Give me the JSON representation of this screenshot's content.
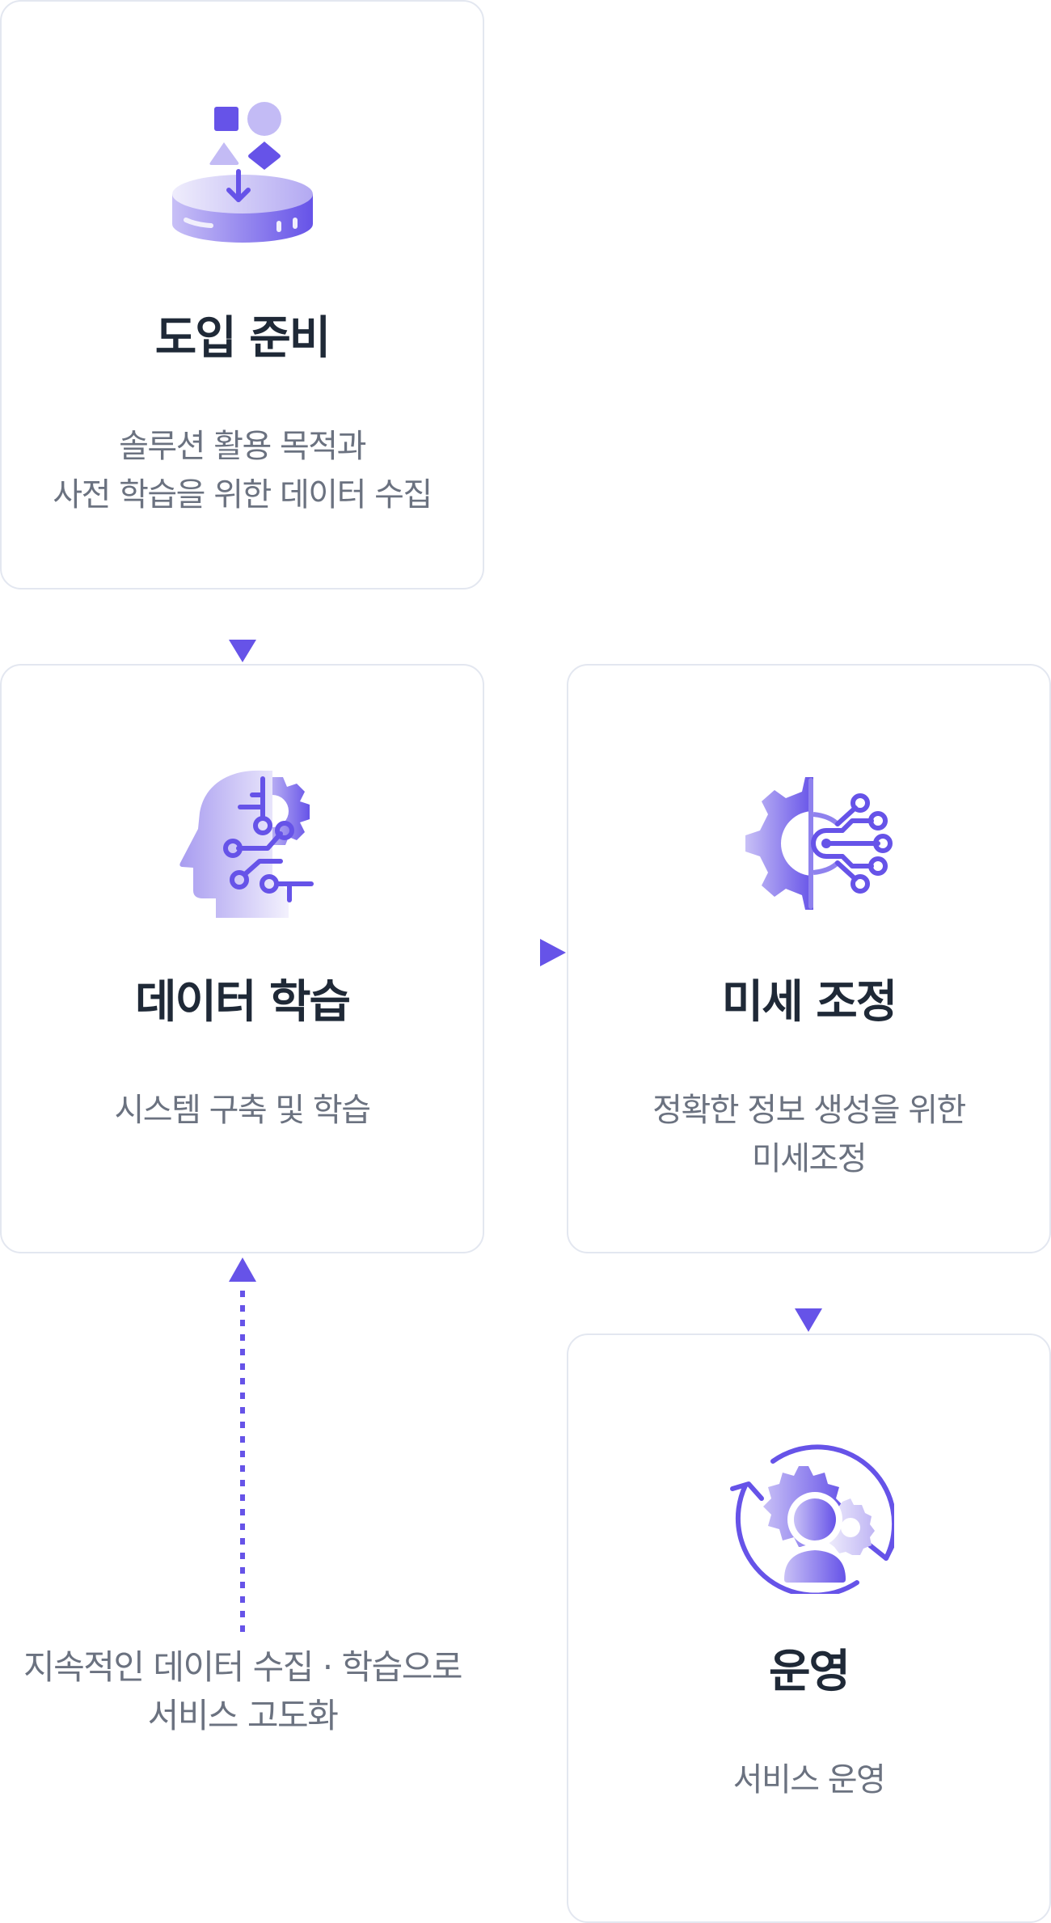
{
  "colors": {
    "accent": "#6653e8",
    "accent_light": "#c3bbf5",
    "card_border": "#e3e7f0",
    "title_text": "#1f2937",
    "desc_text": "#6b7280"
  },
  "steps": [
    {
      "id": "prepare",
      "icon": "database-shapes-icon",
      "title": "도입 준비",
      "desc_line1": "솔루션 활용 목적과",
      "desc_line2": "사전 학습을 위한 데이터 수집"
    },
    {
      "id": "learning",
      "icon": "ai-head-gear-icon",
      "title": "데이터 학습",
      "desc_line1": "시스템 구축 및 학습",
      "desc_line2": ""
    },
    {
      "id": "tuning",
      "icon": "gear-circuit-icon",
      "title": "미세 조정",
      "desc_line1": "정확한 정보 생성을 위한",
      "desc_line2": "미세조정"
    },
    {
      "id": "operate",
      "icon": "user-gears-cycle-icon",
      "title": "운영",
      "desc_line1": "서비스 운영",
      "desc_line2": ""
    }
  ],
  "connectors": [
    {
      "from": "prepare",
      "to": "learning",
      "direction": "down"
    },
    {
      "from": "learning",
      "to": "tuning",
      "direction": "right"
    },
    {
      "from": "tuning",
      "to": "operate",
      "direction": "down"
    },
    {
      "from": "operate",
      "to": "learning",
      "direction": "loop-back"
    }
  ],
  "loop_label": {
    "line1": "지속적인 데이터 수집 · 학습으로",
    "line2": "서비스 고도화"
  }
}
